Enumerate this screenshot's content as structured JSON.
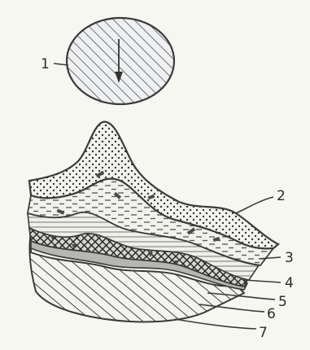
{
  "diagram": {
    "labels": {
      "l1": "1",
      "l2": "2",
      "l3": "3",
      "l4": "4",
      "l5": "5",
      "l6": "6",
      "l7": "7"
    },
    "colors": {
      "paper": "#f7f7f2",
      "ink": "#3a3a3a",
      "ellipse_fill": "#e3e6ea",
      "dark_layer": "#b9b9b9"
    },
    "patterns": {
      "ellipse": "diagonal-hatch",
      "layer_2": "dots",
      "layer_3": "dashes",
      "layer_4": "fine-lines",
      "layer_5": "cross-hatch",
      "layer_6": "dark-band",
      "layer_7": "diagonal-hatch"
    }
  }
}
